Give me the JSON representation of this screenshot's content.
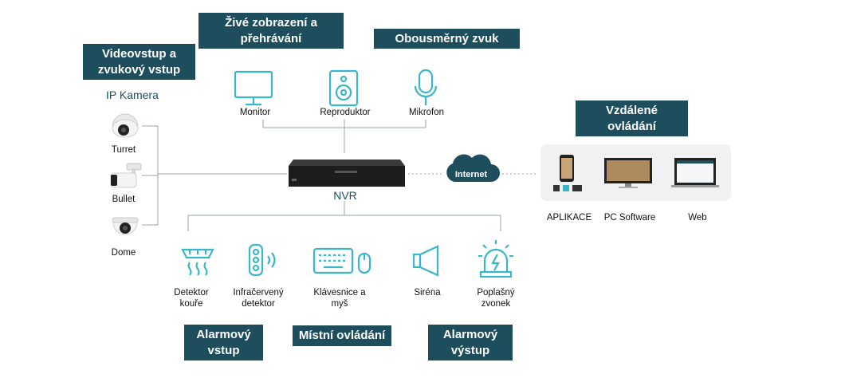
{
  "boxes": {
    "live_view": "Živé zobrazení a\npřehrávání",
    "two_way_audio": "Obousměrný zvuk",
    "video_audio_in": "Videovstup a\nzvukový vstup",
    "remote_control": "Vzdálené\novládání",
    "alarm_in": "Alarmový\nvstup",
    "local_control": "Místní ovládání",
    "alarm_out": "Alarmový\nvýstup"
  },
  "ip_camera": {
    "title": "IP Kamera",
    "items": [
      "Turret",
      "Bullet",
      "Dome"
    ]
  },
  "outputs": [
    "Monitor",
    "Reproduktor",
    "Mikrofon"
  ],
  "nvr": {
    "label": "NVR"
  },
  "internet": "Internet",
  "remote": [
    "APLIKACE",
    "PC Software",
    "Web"
  ],
  "peripherals": [
    "Detektor\nkouře",
    "Infračervený\ndetektor",
    "Klávesnice a\nmyš",
    "Siréna",
    "Poplašný\nzvonek"
  ],
  "colors": {
    "accent": "#1e4e5e",
    "icon": "#3bb6c8",
    "line": "#9aa6aa"
  }
}
